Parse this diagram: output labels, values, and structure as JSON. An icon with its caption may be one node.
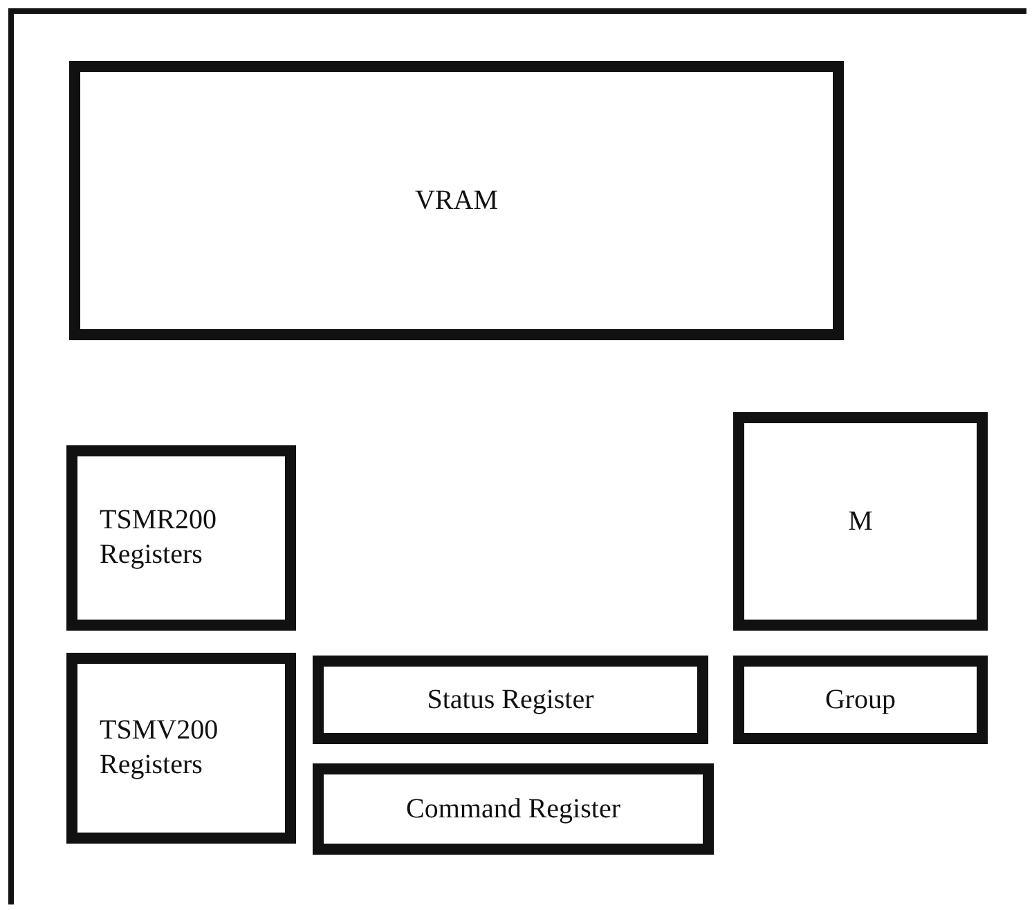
{
  "diagram": {
    "nodes": [
      {
        "text": [],
        "shape": "box"
      },
      {
        "text": [
          "VRAM"
        ],
        "in": 0
      },
      {
        "text": [
          "TSMR200 Registers"
        ],
        "in": 0
      },
      {
        "text": [
          "M"
        ],
        "in": 0
      },
      {
        "text": [
          "TSMV200 Registers"
        ],
        "in": 0
      },
      {
        "text": [
          "Status Register"
        ],
        "in": 0
      },
      {
        "text": [
          "Group"
        ],
        "in": 0
      },
      {
        "text": [
          "Command Register"
        ],
        "in": 0
      }
    ]
  }
}
